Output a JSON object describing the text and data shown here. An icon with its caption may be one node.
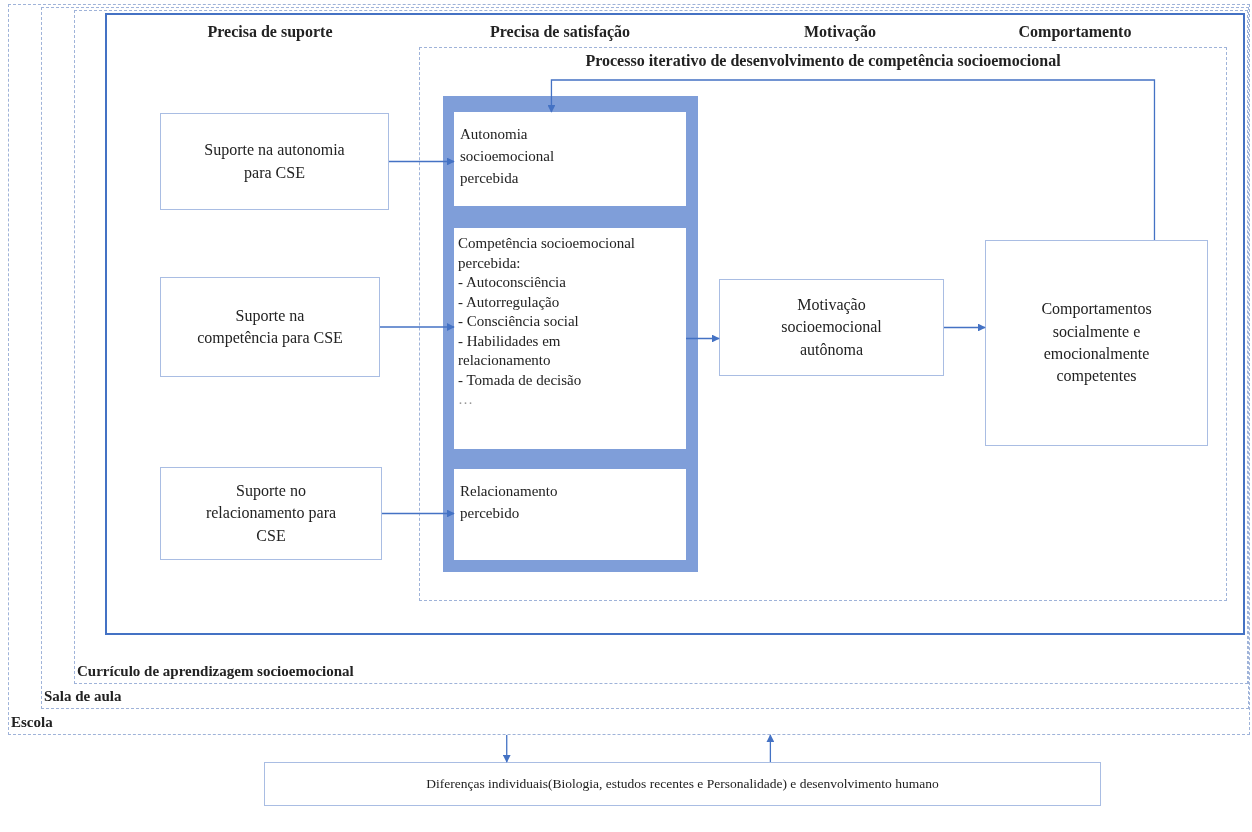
{
  "diagram": {
    "nodes": [
      {
        "text": [
          "Escola"
        ]
      },
      {
        "text": [
          "Sala de aula"
        ],
        "in": 0
      },
      {
        "text": [
          "Currículo de aprendizagem socioemocional"
        ],
        "in": 1
      },
      {
        "text": [],
        "shape": "box",
        "in": 2
      },
      {
        "text": [
          "Processo iterativo de desenvolvimento de competência socioemocional"
        ],
        "in": 3
      },
      {
        "text": [
          "Suporte na autonomia para CSE"
        ],
        "in": 3
      },
      {
        "text": [
          "Suporte na competência para CSE"
        ],
        "in": 3
      },
      {
        "text": [
          "Suporte no relacionamento para CSE"
        ],
        "in": 3
      },
      {
        "text": [],
        "shape": "box",
        "in": 4
      },
      {
        "text": [
          "Autonomia socioemocional percebida"
        ],
        "in": 8
      },
      {
        "text": [
          "Competência socioemocional percebida:",
          "- Autoconsciência",
          "- Autorregulação",
          "- Consciência social",
          "- Habilidades em relacionamento",
          "- Tomada de decisão",
          "…"
        ],
        "in": 8
      },
      {
        "text": [
          "Relacionamento percebido"
        ],
        "in": 8
      },
      {
        "text": [
          "Motivação socioemocional autônoma"
        ],
        "in": 4
      },
      {
        "text": [
          "Comportamentos socialmente e emocionalmente competentes"
        ],
        "in": 4
      },
      {
        "text": [
          "Diferenças individuais(Biologia, estudos recentes e Personalidade) e desenvolvimento humano"
        ]
      }
    ],
    "edges": [
      {
        "from": 5,
        "to": 9,
        "arrow": "to"
      },
      {
        "from": 6,
        "to": 10,
        "arrow": "to"
      },
      {
        "from": 7,
        "to": 11,
        "arrow": "to"
      },
      {
        "from": 10,
        "to": 12,
        "arrow": "to"
      },
      {
        "from": 12,
        "to": 13,
        "arrow": "to"
      },
      {
        "from": 13,
        "to": 9,
        "arrow": "to"
      },
      {
        "from": 0,
        "to": 14,
        "arrow": "to"
      },
      {
        "from": 14,
        "to": 0,
        "arrow": "to"
      }
    ],
    "labels": [
      "Precisa de suporte",
      "Precisa de satisfação",
      "Motivação",
      "Comportamento"
    ]
  }
}
